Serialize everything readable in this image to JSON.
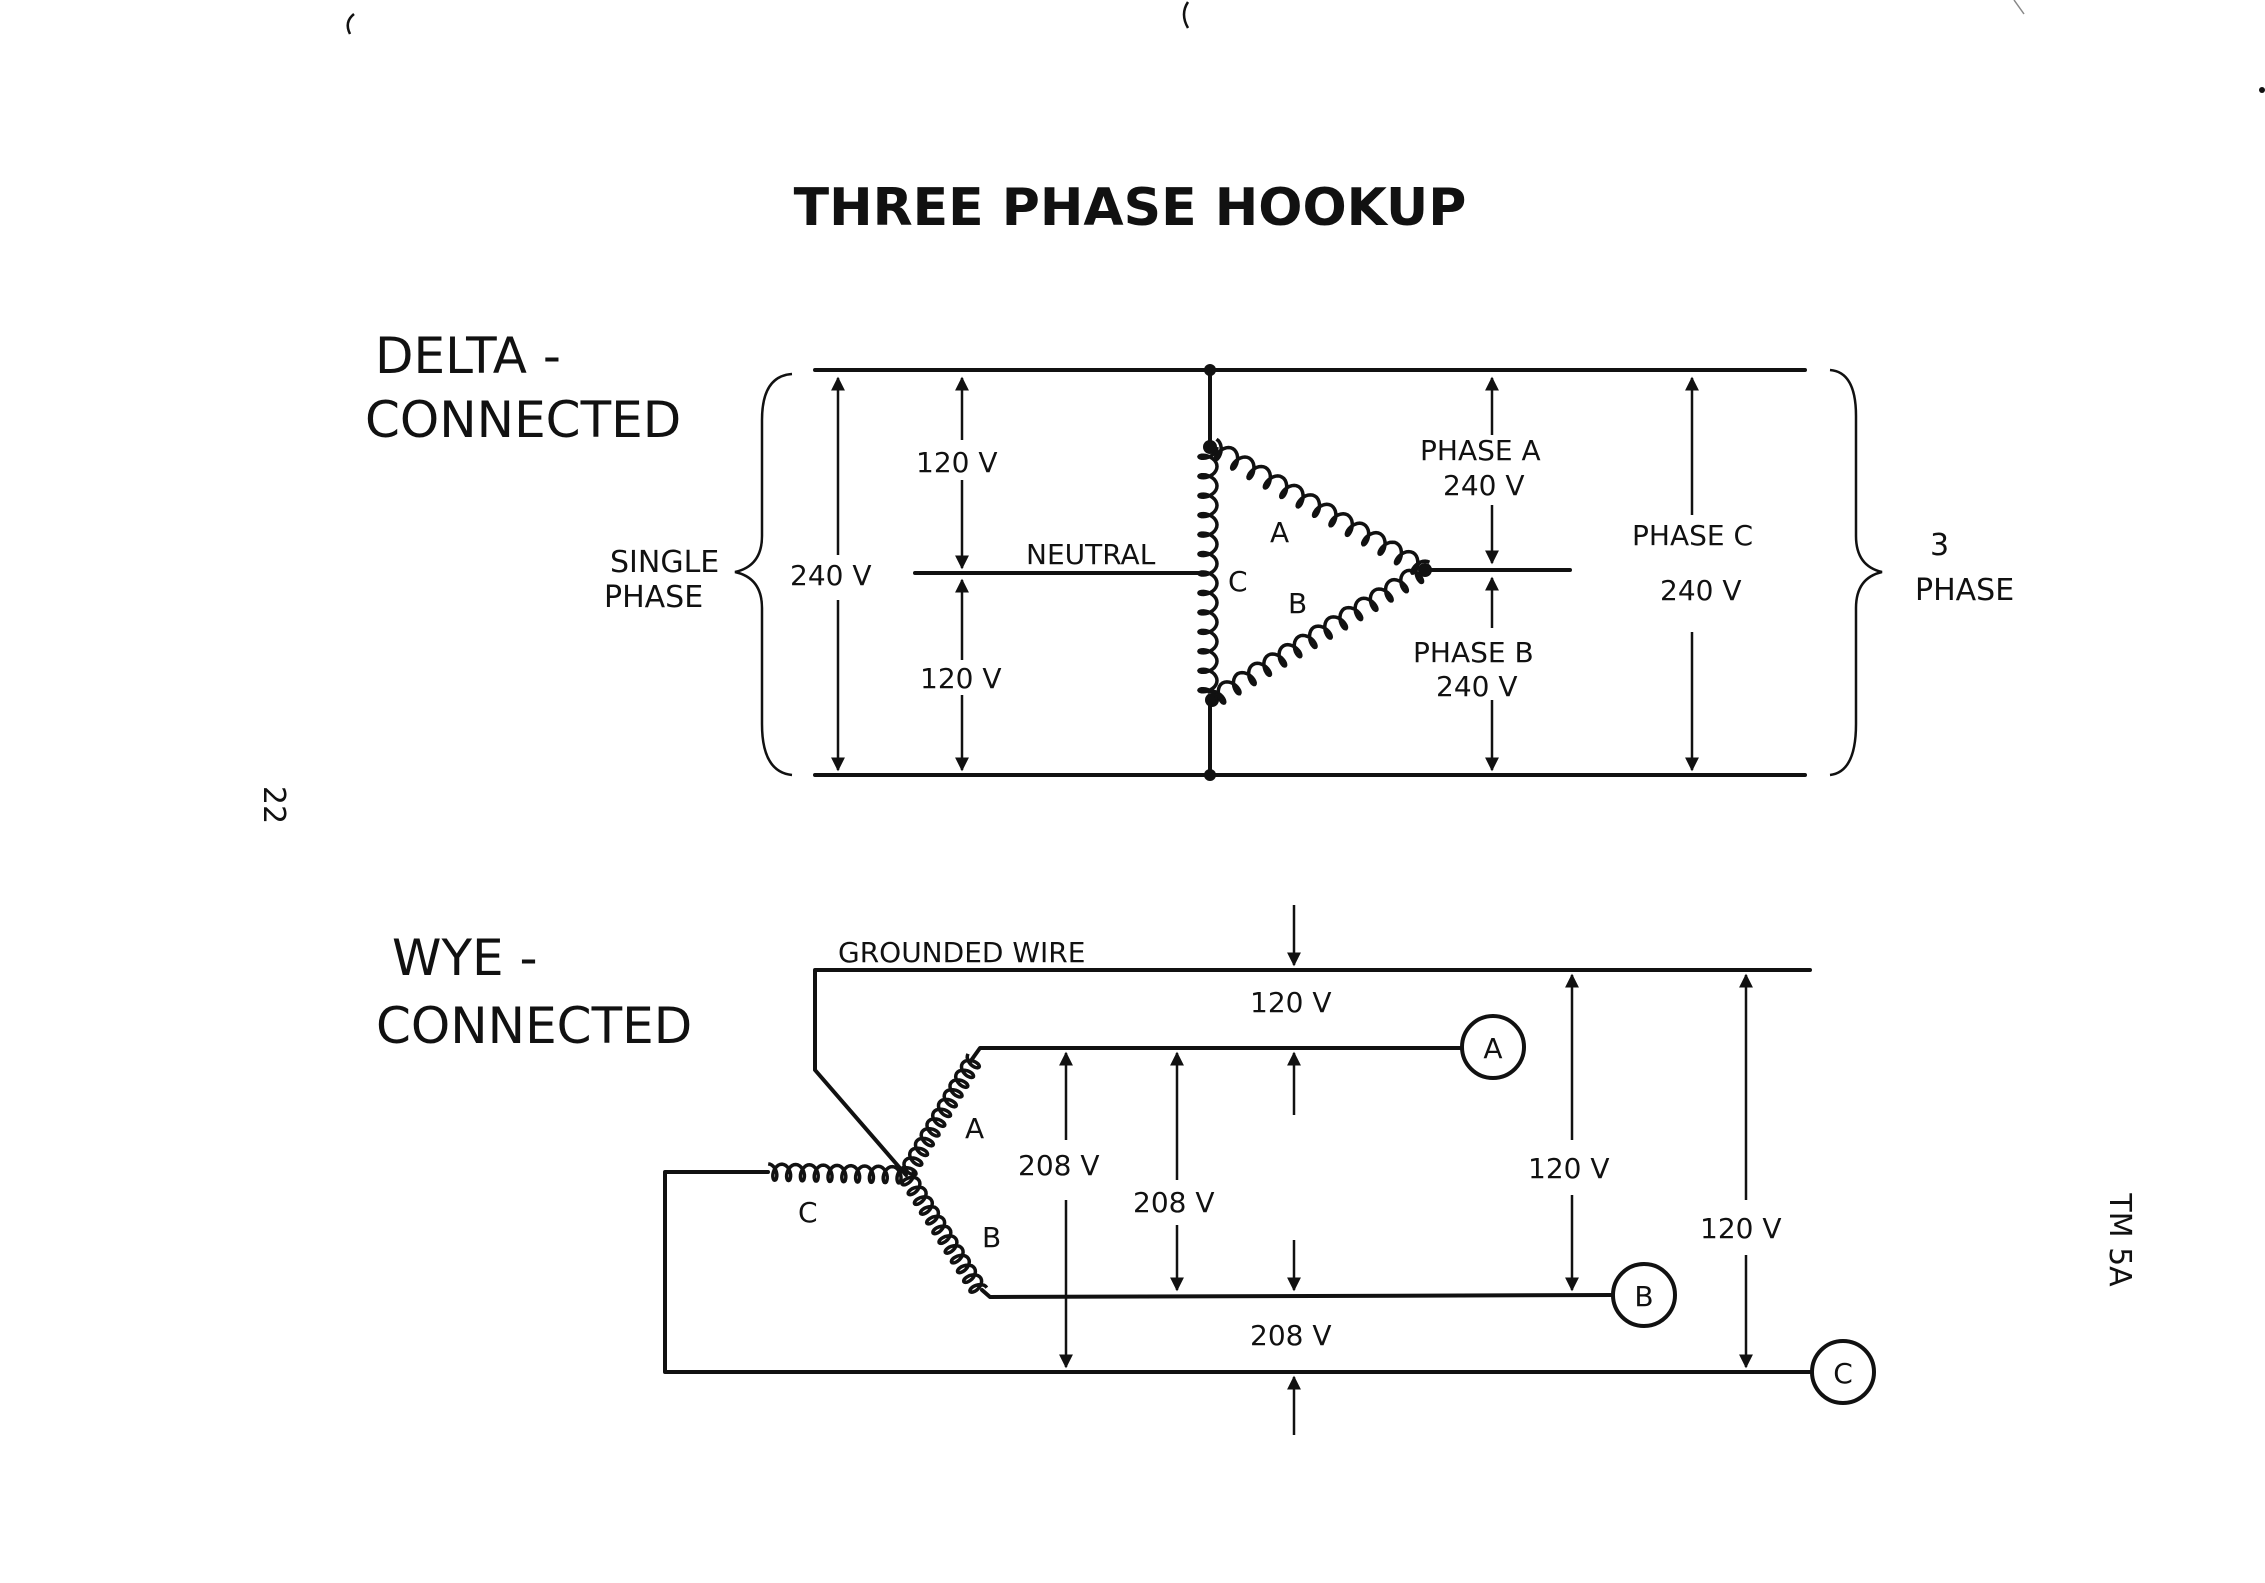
{
  "title": "THREE PHASE HOOKUP",
  "page_number": "22",
  "doc_code": "TM 5A",
  "delta": {
    "heading_line1": "DELTA -",
    "heading_line2": "CONNECTED",
    "single_phase_line1": "SINGLE",
    "single_phase_line2": "PHASE",
    "v_240": "240 V",
    "v_120_top": "120 V",
    "v_120_bottom": "120 V",
    "neutral": "NEUTRAL",
    "coil_a": "A",
    "coil_b": "B",
    "coil_c": "C",
    "phase_a_line1": "PHASE A",
    "phase_a_line2": "240 V",
    "phase_b_line1": "PHASE B",
    "phase_b_line2": "240 V",
    "phase_c_line1": "PHASE C",
    "phase_c_line2": "240 V",
    "three_phase_line1": "3",
    "three_phase_line2": "PHASE"
  },
  "wye": {
    "heading_line1": "WYE -",
    "heading_line2": "CONNECTED",
    "grounded_wire": "GROUNDED WIRE",
    "v_120_top": "120 V",
    "v_208_a": "208 V",
    "v_208_b": "208 V",
    "v_208_bottom": "208 V",
    "v_120_right_inner": "120 V",
    "v_120_right_outer": "120 V",
    "coil_a": "A",
    "coil_b": "B",
    "coil_c": "C",
    "terminal_a": "A",
    "terminal_b": "B",
    "terminal_c": "C"
  }
}
